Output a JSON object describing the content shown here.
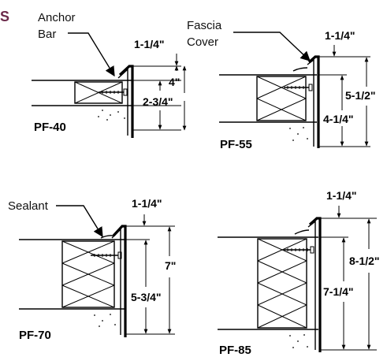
{
  "header": {
    "fragment": "S",
    "color": "#6b2a4a"
  },
  "colors": {
    "ink": "#000000",
    "background": "#ffffff"
  },
  "callouts": {
    "anchor_bar": [
      "Anchor",
      "Bar"
    ],
    "fascia_cover": [
      "Fascia",
      "Cover"
    ],
    "sealant": "Sealant"
  },
  "panels": [
    {
      "model": "PF-40",
      "top_dim": "1-1/4\"",
      "face_dim": "4\"",
      "wood_dim": "2-3/4\""
    },
    {
      "model": "PF-55",
      "top_dim": "1-1/4\"",
      "face_dim": "5-1/2\"",
      "wood_dim": "4-1/4\""
    },
    {
      "model": "PF-70",
      "top_dim": "1-1/4\"",
      "face_dim": "7\"",
      "wood_dim": "5-3/4\""
    },
    {
      "model": "PF-85",
      "top_dim": "1-1/4\"",
      "face_dim": "8-1/2\"",
      "wood_dim": "7-1/4\""
    }
  ]
}
